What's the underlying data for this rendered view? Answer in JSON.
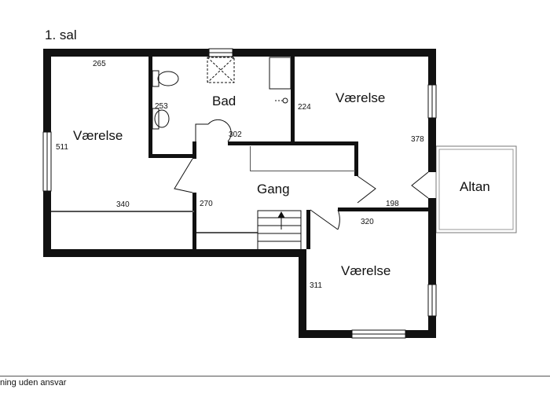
{
  "floor_title": "1. sal",
  "footer": "ning uden ansvar",
  "rooms": {
    "vaerelse_left": "Værelse",
    "bad": "Bad",
    "vaerelse_right": "Værelse",
    "gang": "Gang",
    "altan": "Altan",
    "vaerelse_bottom": "Værelse"
  },
  "dimensions": {
    "d265": "265",
    "d253": "253",
    "d302": "302",
    "d224": "224",
    "d511": "511",
    "d378": "378",
    "d340": "340",
    "d270": "270",
    "d198": "198",
    "d320": "320",
    "d311": "311"
  }
}
